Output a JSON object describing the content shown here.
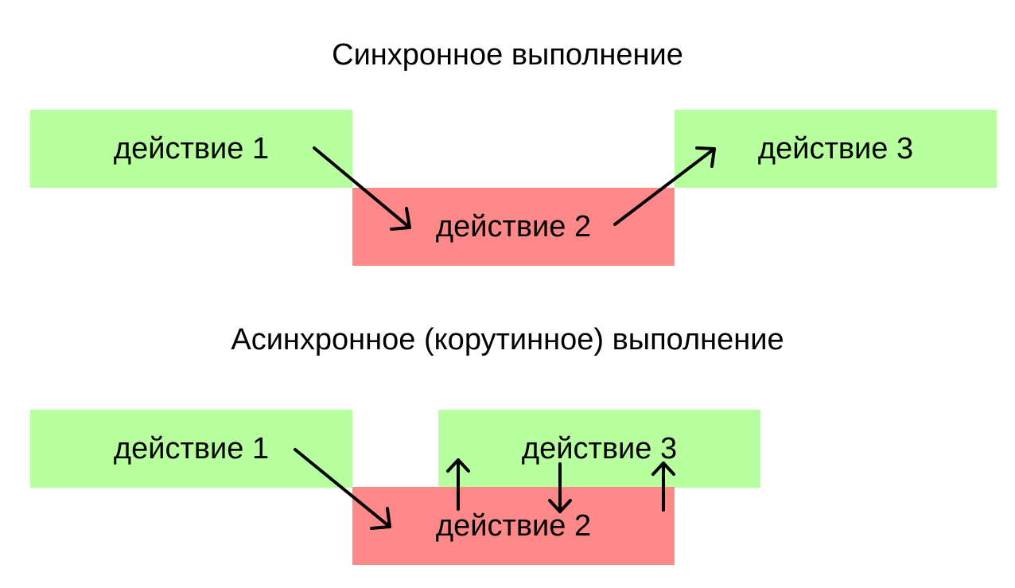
{
  "sync": {
    "title": "Синхронное выполнение",
    "action1": "действие 1",
    "action2": "действие 2",
    "action3": "действие 3"
  },
  "async": {
    "title": "Асинхронное (корутинное) выполнение",
    "action1": "действие 1",
    "action2": "действие 2",
    "action3": "действие 3"
  },
  "colors": {
    "green": "#b8ffa0",
    "red": "#ff8888",
    "arrow": "#000000"
  }
}
